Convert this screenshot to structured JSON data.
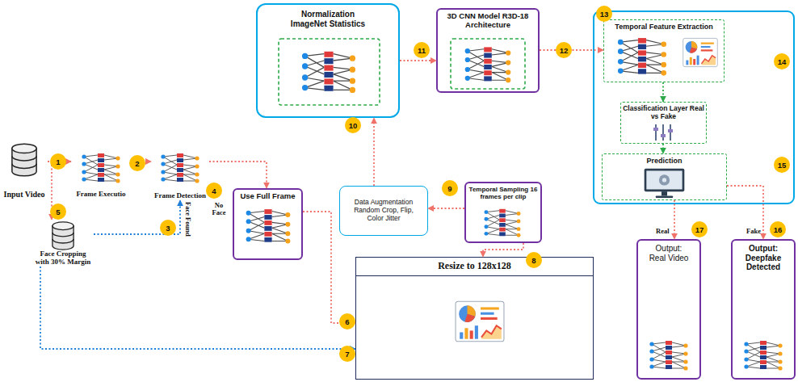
{
  "diagram": {
    "nodes": [
      {
        "text": [
          "Input Video"
        ]
      },
      {
        "text": [
          "Frame Executio"
        ]
      },
      {
        "text": [
          "Frame Detection"
        ]
      },
      {
        "text": [
          "Use Full Frame"
        ]
      },
      {
        "text": [
          "Face Cropping with 30% Margin"
        ]
      },
      {
        "text": [
          "Normalization ImageNet Statistics"
        ]
      },
      {
        "text": [
          "3D CNN Model R3D-18 Architecture"
        ]
      },
      {
        "text": [
          "Temporal Feature Extraction"
        ]
      },
      {
        "text": [
          "Classification Layer Real vs Fake"
        ]
      },
      {
        "text": [
          "Prediction"
        ]
      },
      {
        "text": [
          "Data Augmentation Random Crop, Flip, Color Jitter"
        ]
      },
      {
        "text": [
          "Temporal Sampling 16 frames per clip"
        ]
      },
      {
        "text": [
          "Resize to 128x128"
        ]
      },
      {
        "text": [
          "Output: Real Video"
        ]
      },
      {
        "text": [
          "Output: Deepfake Detected"
        ]
      }
    ],
    "edges": [
      {
        "from": 0,
        "to": 1,
        "arrow": "to"
      },
      {
        "from": 1,
        "to": 2,
        "arrow": "to"
      },
      {
        "from": 2,
        "to": 3,
        "label": "No Face",
        "arrow": "to"
      },
      {
        "from": 0,
        "to": 4,
        "arrow": "to"
      },
      {
        "from": 4,
        "to": 2,
        "label": "Face Found",
        "arrow": "to"
      },
      {
        "from": 3,
        "to": 12,
        "arrow": "to"
      },
      {
        "from": 4,
        "to": 12,
        "arrow": "to"
      },
      {
        "from": 11,
        "to": 12,
        "arrow": "to"
      },
      {
        "from": 11,
        "to": 10,
        "arrow": "to"
      },
      {
        "from": 10,
        "to": 5,
        "arrow": "to"
      },
      {
        "from": 5,
        "to": 6,
        "arrow": "to"
      },
      {
        "from": 6,
        "to": 7,
        "arrow": "to"
      },
      {
        "from": 7,
        "to": 8,
        "arrow": "to"
      },
      {
        "from": 8,
        "to": 9,
        "arrow": "to"
      },
      {
        "from": 9,
        "to": 13,
        "label": "Real",
        "arrow": "to"
      },
      {
        "from": 9,
        "to": 14,
        "label": "Fake",
        "arrow": "to"
      }
    ],
    "labels": [
      "1",
      "2",
      "3",
      "4",
      "5",
      "6",
      "7",
      "8",
      "9",
      "10",
      "11",
      "12",
      "13",
      "14",
      "15",
      "16",
      "17"
    ]
  }
}
